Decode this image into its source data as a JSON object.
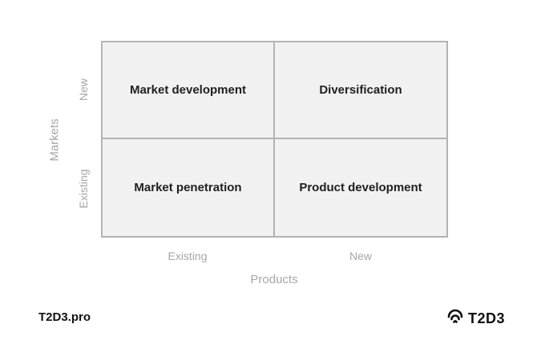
{
  "matrix": {
    "cells": {
      "top_left": "Market development",
      "top_right": "Diversification",
      "bottom_left": "Market penetration",
      "bottom_right": "Product development"
    }
  },
  "y_axis": {
    "title": "Markets",
    "ticks": [
      "New",
      "Existing"
    ]
  },
  "x_axis": {
    "title": "Products",
    "ticks": [
      "Existing",
      "New"
    ]
  },
  "footer": {
    "site": "T2D3.pro",
    "brand": "T2D3"
  },
  "colors": {
    "cell_fill": "#f1f1f1",
    "grid_line": "#b3b3b3",
    "axis_text": "#a6a6a6",
    "cell_text": "#1f1f1f"
  },
  "icons": {
    "brand_logo": "wifi-signal-icon"
  }
}
